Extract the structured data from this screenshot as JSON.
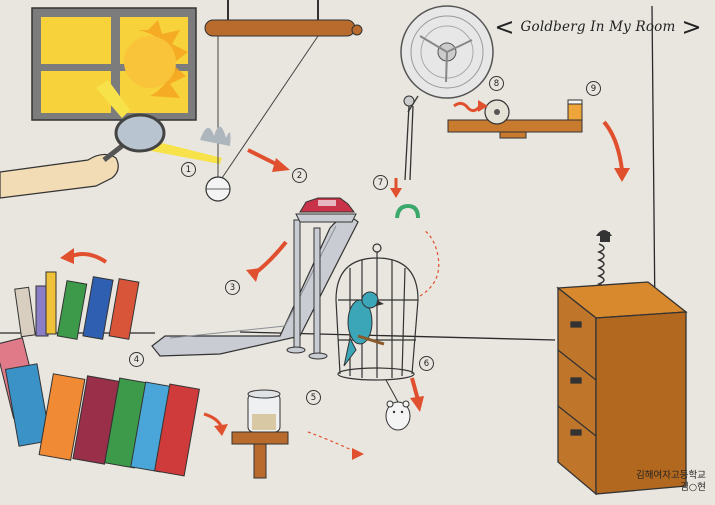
{
  "title": {
    "left_bracket": "<",
    "text": "Goldberg In My Room",
    "right_bracket": ">"
  },
  "signature": {
    "line1": "김해여자고등학교",
    "line2": "김○현"
  },
  "step_numbers": [
    "1",
    "2",
    "3",
    "4",
    "5",
    "6",
    "7",
    "8",
    "9"
  ],
  "colors": {
    "paper": "#e9e6df",
    "ink": "#2a2a2a",
    "arrow": "#e0502e",
    "sun_yellow": "#f7d23a",
    "wood": "#c87a2f",
    "cabinet": "#c77a2b",
    "slide_gray": "#c9ccd2",
    "bird_blue": "#3aa6b8",
    "car_red": "#c8334a"
  },
  "icons": [
    "window-icon",
    "sun-icon",
    "magnifier-icon",
    "pendulum-ball-icon",
    "fan-icon",
    "slide-icon",
    "toy-car-icon",
    "birdcage-icon",
    "parrot-icon",
    "hamster-icon",
    "book-domino-icon",
    "jar-icon",
    "spring-toy-icon",
    "cabinet-icon",
    "roller-pin-icon",
    "wheel-icon"
  ]
}
